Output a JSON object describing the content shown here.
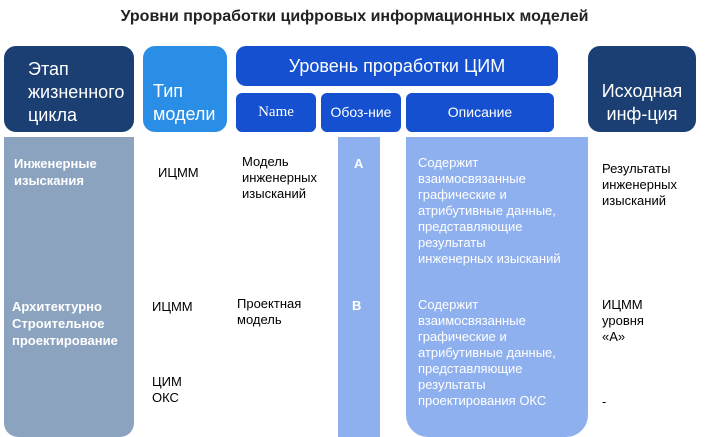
{
  "title": "Уровни проработки цифровых информационных моделей",
  "headers": {
    "stage": [
      "Этап",
      "жизненного",
      "цикла"
    ],
    "type": [
      "Тип",
      "модели"
    ],
    "level": "Уровень проработки ЦИМ",
    "name": "Name",
    "abbr": "Обоз-ние",
    "description": "Описание",
    "source": [
      "Исходная",
      "инф-ция"
    ]
  },
  "rows": [
    {
      "stage": [
        "Инженерные",
        "изыскания"
      ],
      "type": [
        "ИЦММ"
      ],
      "name": [
        "Модель",
        "инженерных",
        "изысканий"
      ],
      "abbr": "А",
      "description": [
        "Содержит",
        "взаимосвязанные",
        "графические и",
        "атрибутивные данные,",
        "представляющие",
        "результаты",
        "инженерных изысканий"
      ],
      "source": [
        "Результаты",
        "инженерных",
        "изысканий"
      ]
    },
    {
      "stage": [
        "Архитектурно",
        "Строительное",
        "проектирование"
      ],
      "type": [
        "ИЦММ"
      ],
      "name": [
        "Проектная",
        "модель"
      ],
      "abbr": "В",
      "description": [
        "Содержит",
        "взаимосвязанные",
        "графические и",
        "атрибутивные данные,",
        "представляющие",
        "результаты",
        "проектирования ОКС"
      ],
      "source": [
        "ИЦММ",
        "уровня",
        "«А»"
      ]
    },
    {
      "type": [
        "ЦИМ",
        "ОКС"
      ],
      "source": [
        "-"
      ]
    }
  ]
}
